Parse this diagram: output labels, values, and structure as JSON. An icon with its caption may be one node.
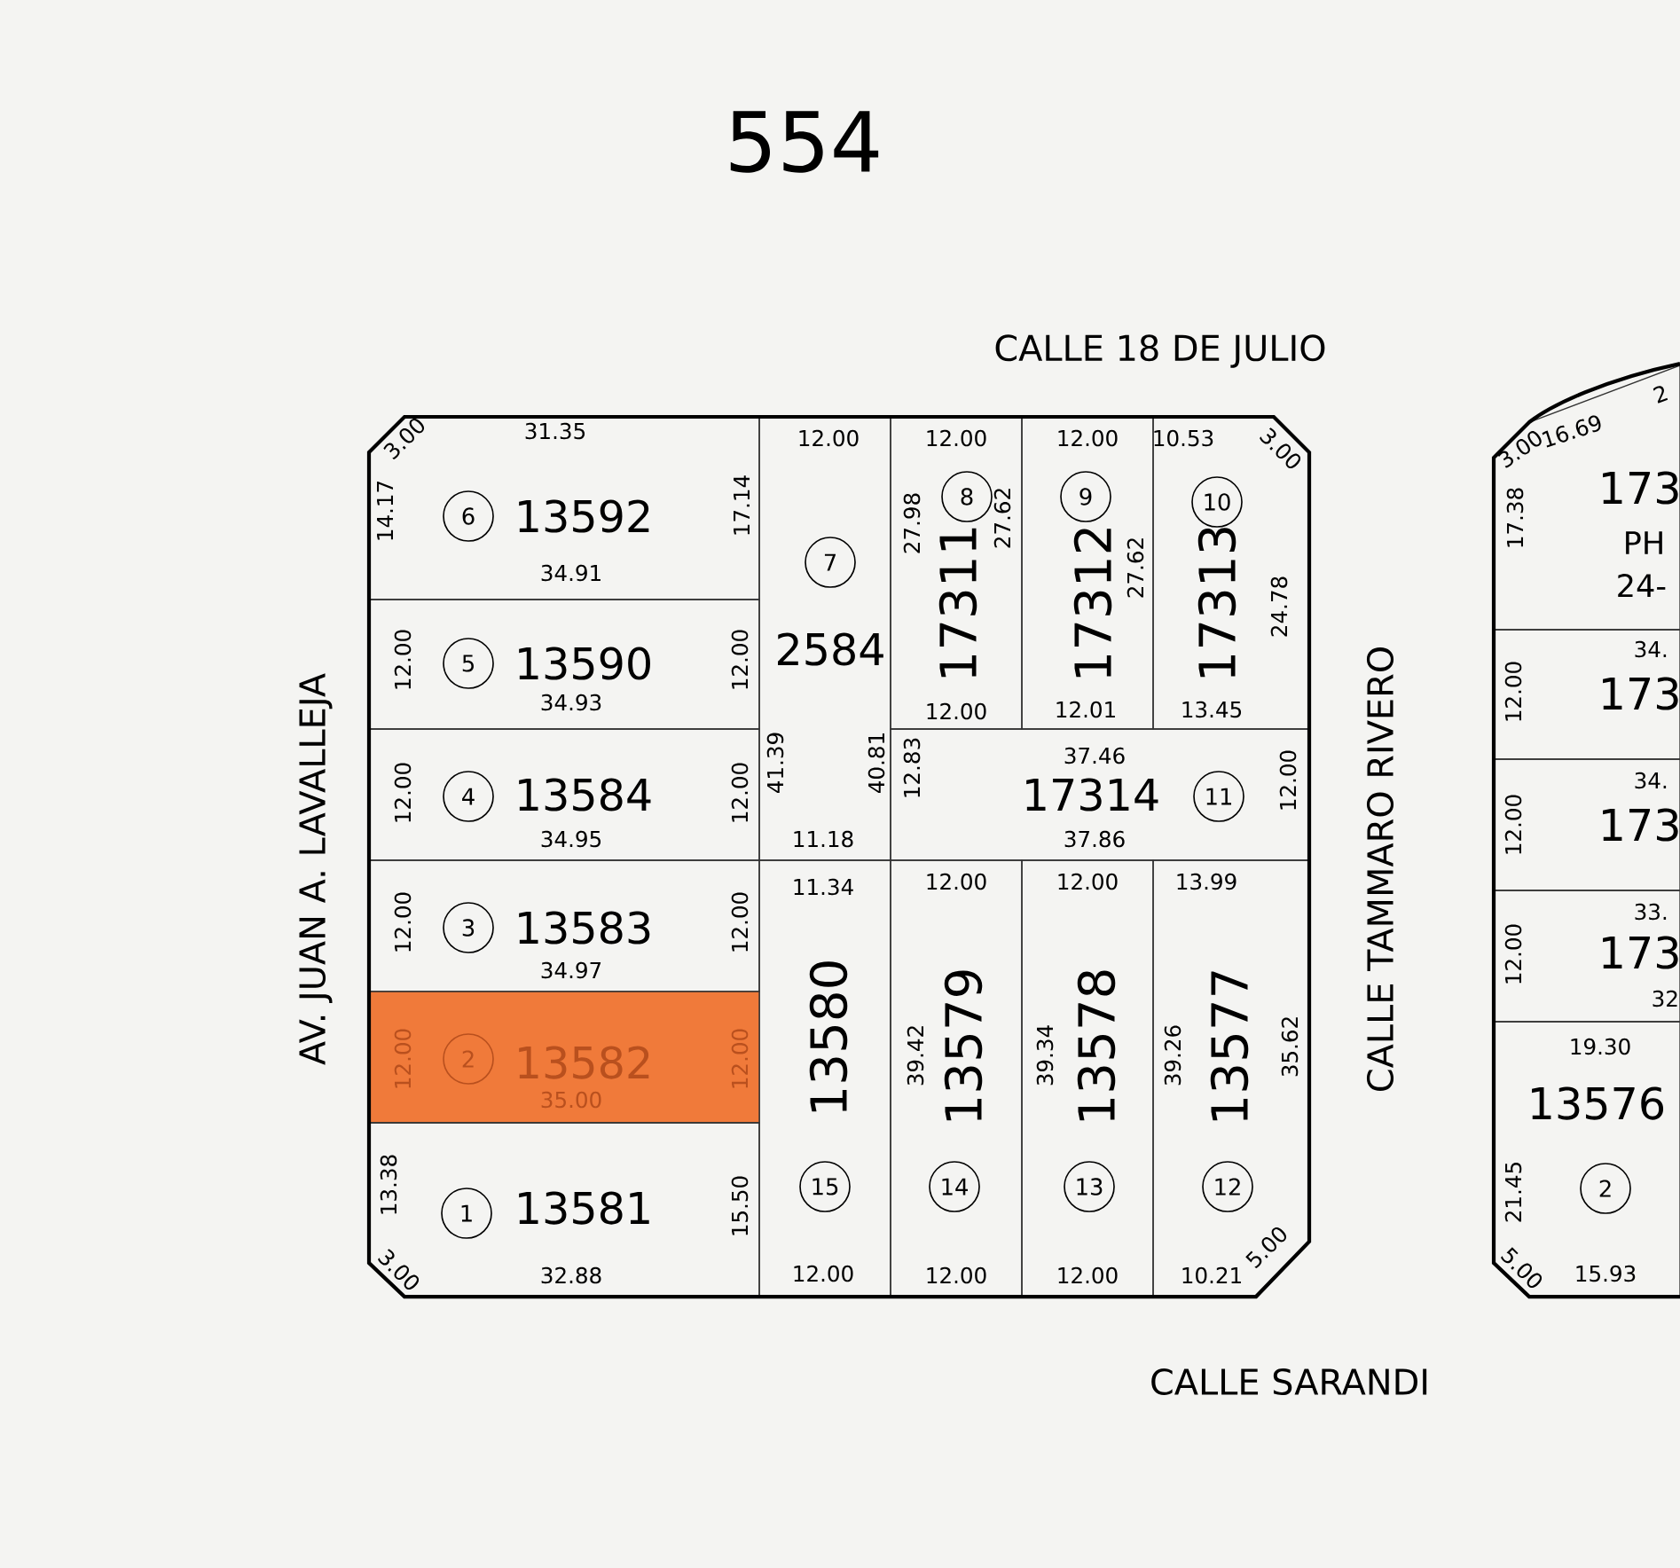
{
  "diagram": {
    "title": "554",
    "nodes": [
      {
        "text": [
          "3.00",
          "31.35",
          "14.17",
          "13592",
          "17.14",
          "34.91"
        ]
      },
      {
        "text": [
          "6"
        ],
        "in": 0
      },
      {
        "text": [
          "12.00",
          "2584",
          "41.39",
          "40.81",
          "11.18"
        ]
      },
      {
        "text": [
          "7"
        ],
        "in": 2
      },
      {
        "text": [
          "12.00",
          "27.98",
          "27.62",
          "17311",
          "12.00"
        ]
      },
      {
        "text": [
          "8"
        ],
        "in": 4
      },
      {
        "text": [
          "12.00",
          "27.62",
          "17312",
          "12.01"
        ]
      },
      {
        "text": [
          "9"
        ],
        "in": 6
      },
      {
        "text": [
          "10.53",
          "3.00",
          "17313",
          "24.78",
          "13.45"
        ]
      },
      {
        "text": [
          "10"
        ],
        "in": 8
      },
      {
        "text": [
          "13590",
          "12.00",
          "12.00",
          "34.93"
        ]
      },
      {
        "text": [
          "5"
        ],
        "in": 10
      },
      {
        "text": [
          "13584",
          "12.00",
          "12.00",
          "34.95"
        ]
      },
      {
        "text": [
          "4"
        ],
        "in": 12
      },
      {
        "text": [
          "37.46",
          "12.83",
          "17314",
          "12.00",
          "37.86"
        ]
      },
      {
        "text": [
          "11"
        ],
        "in": 14
      },
      {
        "text": [
          "13583",
          "12.00",
          "12.00",
          "34.97"
        ]
      },
      {
        "text": [
          "3"
        ],
        "in": 16
      },
      {
        "text": [
          "11.34",
          "13580",
          "12.00"
        ]
      },
      {
        "text": [
          "15"
        ],
        "in": 18
      },
      {
        "text": [
          "12.00",
          "39.42",
          "13579",
          "12.00"
        ]
      },
      {
        "text": [
          "14"
        ],
        "in": 20
      },
      {
        "text": [
          "12.00",
          "39.34",
          "13578",
          "12.00"
        ]
      },
      {
        "text": [
          "13"
        ],
        "in": 22
      },
      {
        "text": [
          "13.99",
          "39.26",
          "13577",
          "35.62",
          "10.21",
          "5.00"
        ]
      },
      {
        "text": [
          "12"
        ],
        "in": 24
      },
      {
        "text": [
          "13582",
          "12.00",
          "12.00",
          "35.00"
        ]
      },
      {
        "text": [
          "2"
        ],
        "in": 26
      },
      {
        "text": [
          "13581",
          "13.38",
          "15.50",
          "3.00",
          "32.88"
        ]
      },
      {
        "text": [
          "1"
        ],
        "in": 28
      },
      {
        "text": [
          "3.00",
          "16.69",
          "2",
          "17.38",
          "173",
          "PH",
          "24-"
        ]
      },
      {
        "text": [
          "34.",
          "12.00",
          "173"
        ]
      },
      {
        "text": [
          "34.",
          "12.00",
          "173"
        ]
      },
      {
        "text": [
          "33.",
          "12.00",
          "173",
          "32"
        ]
      },
      {
        "text": [
          "19.30",
          "13576",
          "21.45",
          "5.00",
          "15.93"
        ]
      },
      {
        "text": [
          "2"
        ],
        "in": 34
      }
    ],
    "labels": [
      "CALLE 18 DE JULIO",
      "AV. JUAN A. LAVALLEJA",
      "CALLE TAMMARO RIVERO",
      "CALLE SARANDI"
    ]
  }
}
